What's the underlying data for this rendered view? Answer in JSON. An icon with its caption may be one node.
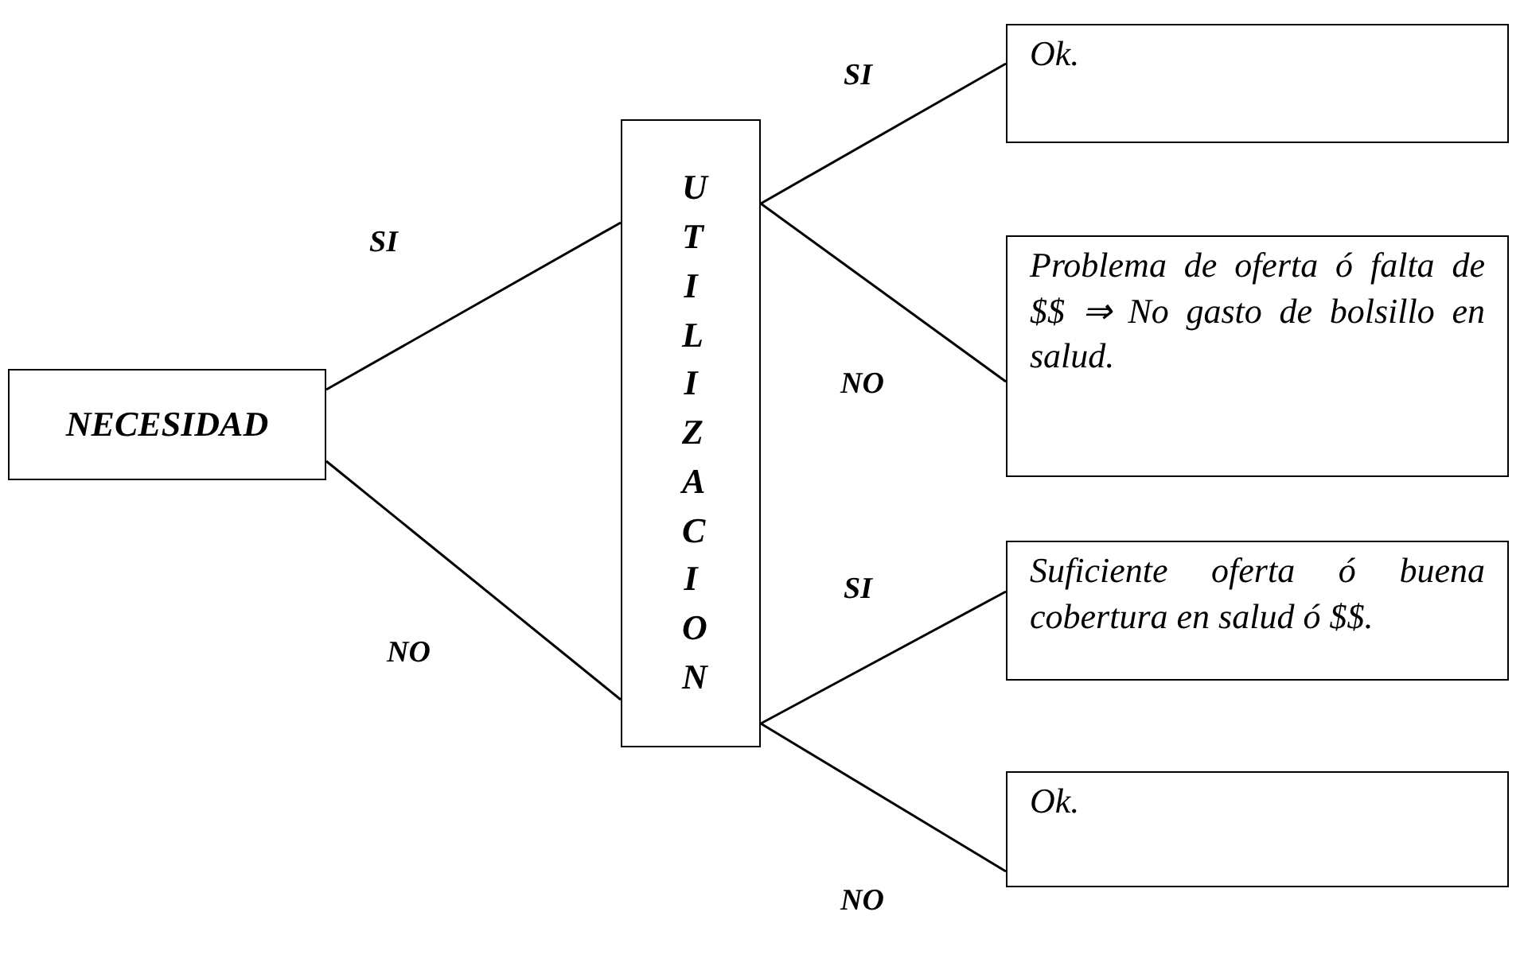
{
  "diagram": {
    "nodes": [
      {
        "text": [
          "NECESIDAD"
        ]
      },
      {
        "text": [
          "UTILIZACION"
        ]
      },
      {
        "text": [
          "Ok."
        ]
      },
      {
        "text": [
          "Problema de oferta ó falta de $$ ⇒ No gasto de bolsillo en salud."
        ]
      },
      {
        "text": [
          "Suficiente oferta ó buena cobertura en salud ó $$."
        ]
      },
      {
        "text": [
          "Ok."
        ]
      }
    ],
    "edges": [
      {
        "from": 0,
        "to": 1,
        "arrow": "none",
        "label": "SI"
      },
      {
        "from": 0,
        "to": 1,
        "arrow": "none",
        "label": "NO"
      },
      {
        "from": 1,
        "to": 2,
        "arrow": "none",
        "label": "SI"
      },
      {
        "from": 1,
        "to": 3,
        "arrow": "none",
        "label": "NO"
      },
      {
        "from": 1,
        "to": 4,
        "arrow": "none",
        "label": "SI"
      },
      {
        "from": 1,
        "to": 5,
        "arrow": "none",
        "label": "NO"
      }
    ]
  }
}
